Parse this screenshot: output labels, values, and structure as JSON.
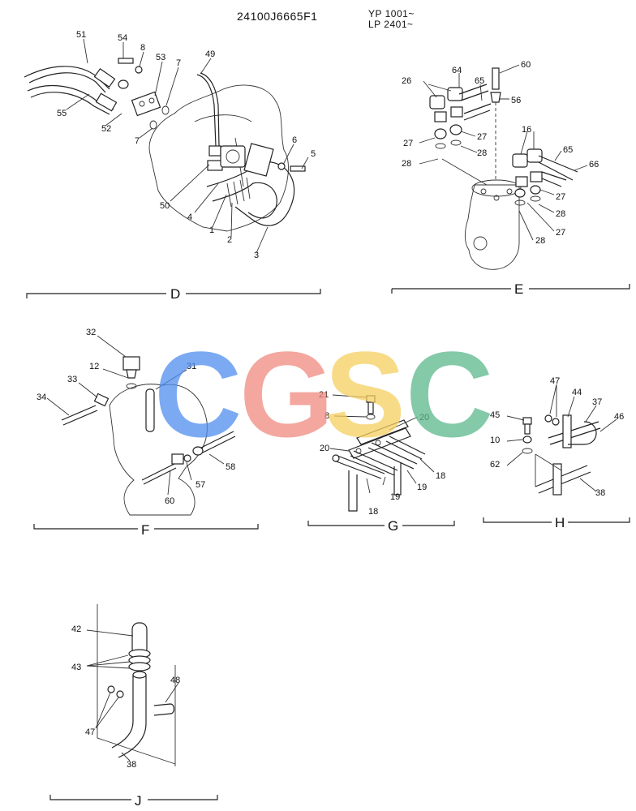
{
  "header": {
    "part_number": "24100J6665F1",
    "serial_ranges": [
      "YP 1001~",
      "LP 2401~"
    ]
  },
  "sections": [
    {
      "id": "D",
      "callouts": [
        "51",
        "54",
        "8",
        "53",
        "7",
        "49",
        "55",
        "52",
        "7",
        "6",
        "5",
        "50",
        "4",
        "1",
        "2",
        "3"
      ]
    },
    {
      "id": "E",
      "callouts": [
        "60",
        "64",
        "26",
        "65",
        "56",
        "27",
        "27",
        "28",
        "28",
        "16",
        "65",
        "66",
        "27",
        "28",
        "28",
        "27"
      ]
    },
    {
      "id": "F",
      "callouts": [
        "32",
        "12",
        "31",
        "33",
        "34",
        "58",
        "57",
        "60"
      ]
    },
    {
      "id": "G",
      "callouts": [
        "21",
        "8",
        "20",
        "20",
        "18",
        "19",
        "19",
        "18"
      ]
    },
    {
      "id": "H",
      "callouts": [
        "47",
        "44",
        "37",
        "45",
        "46",
        "10",
        "62",
        "38"
      ]
    },
    {
      "id": "J",
      "callouts": [
        "42",
        "43",
        "48",
        "47",
        "38"
      ]
    }
  ],
  "watermark": {
    "letters": [
      "C",
      "G",
      "S",
      "C"
    ],
    "colors": [
      "#4f8ef0",
      "#f08a80",
      "#f5d060",
      "#5cb88c"
    ]
  }
}
